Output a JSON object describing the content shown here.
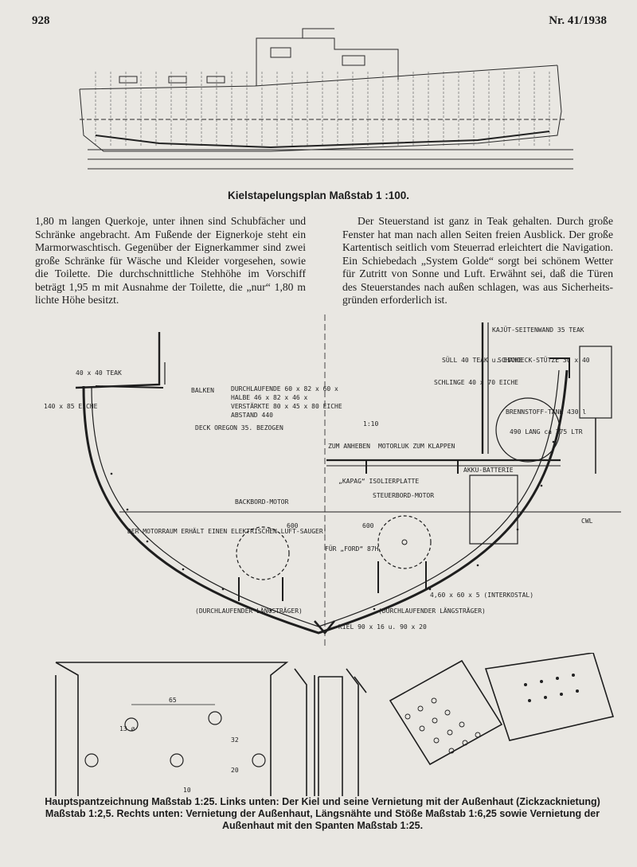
{
  "header": {
    "page_number": "928",
    "issue": "Nr. 41/1938"
  },
  "top_figure": {
    "caption": "Kielstapelungsplan Maßstab 1 :100."
  },
  "article": {
    "left_column": "1,80 m langen Querkoje, unter ihnen sind Schubfächer und Schränke angebracht. Am Fußende der Eignerkoje steht ein Marmorwaschtisch. Gegenüber der Eignerkammer sind zwei große Schränke für Wäsche und Kleider vorgesehen, sowie die Toilette. Die durchschnittliche Stehhöhe im Vorschiff beträgt 1,95 m mit Ausnahme der Toilette, die „nur“ 1,80 m lichte Höhe besitzt.",
    "right_column": "Der Steuerstand ist ganz in Teak gehalten. Durch große Fenster hat man nach allen Seiten freien Ausblick. Der große Kartentisch seitlich vom Steuerrad erleichtert die Navigation. Ein Schiebedach „System Golde“ sorgt bei schönem Wetter für Zutritt von Sonne und Luft. Erwähnt sei, daß die Türen des Steuerstandes nach außen schlagen, was aus Sicherheits-gründen erforderlich ist."
  },
  "midship_section": {
    "labels": {
      "balken": "BALKEN",
      "durchlaufende": "DURCHLAUFENDE  60 x 82 x 60 x",
      "halbe": "HALBE           46 x 82 x 46 x",
      "verstaerkte": "VERSTÄRKTE      80 x 45 x 80 EICHE",
      "abstand": "ABSTAND          440",
      "deck": "DECK  OREGON 35. BEZOGEN",
      "backbord_motor": "BACKBORD-MOTOR",
      "steuerbord_motor": "STEUERBORD-MOTOR",
      "motorraum": "DER MOTORRAUM ERHÄLT EINEN ELEKTRISCHEN LUFT-SAUGER!",
      "zum_anheben": "ZUM ANHEBEN",
      "motorluk": "MOTORLUK ZUM KLAPPEN",
      "kapag": "„KAPAG“ ISOLIERPLATTE",
      "akku": "AKKU-BATTERIE",
      "brennstoff": "BRENNSTOFF-TANK 430 l",
      "tank_size": "490 LANG ca 275 LTR",
      "kajuet": "KAJÜT-SEITENWAND 35 TEAK",
      "suell": "SÜLL 40 TEAK u. EICHE",
      "schandeck": "SCHANDECK-STÜTZE 30 x 40",
      "schlinge": "SCHLINGE 40 x 70 EICHE",
      "kiel": "KIEL 90 x 16 u. 90 x 20",
      "cwl": "CWL",
      "durchlauf_l": "(DURCHLAUFENDER LÄNGSTRÄGER)",
      "durchlauf_r": "(DURCHLAUFENDER LÄNGSTRÄGER)",
      "interkostal": "4,60 x 60 x 5 (INTERKOSTAL)",
      "dim_600_l": "600",
      "dim_600_r": "600",
      "dim_ford": "FÜR „FORD“ 87H",
      "teak_top": "40 x 40 TEAK",
      "eiche_left": "140 x 85 EICHE",
      "ratio": "1:10"
    }
  },
  "detail": {
    "dim_65": "65",
    "dim_13": "13 ⌀",
    "dim_32": "32",
    "dim_20": "20",
    "dim_10": "10"
  },
  "bottom_caption": "Hauptspantzeichnung Maßstab 1:25. Links unten: Der Kiel und seine Vernietung mit der Außenhaut (Zickzacknietung) Maßstab 1:2,5. Rechts unten: Vernietung der Außenhaut, Längsnähte und Stöße Maßstab 1:6,25 sowie Vernietung der Außenhaut mit den Spanten Maßstab 1:25."
}
